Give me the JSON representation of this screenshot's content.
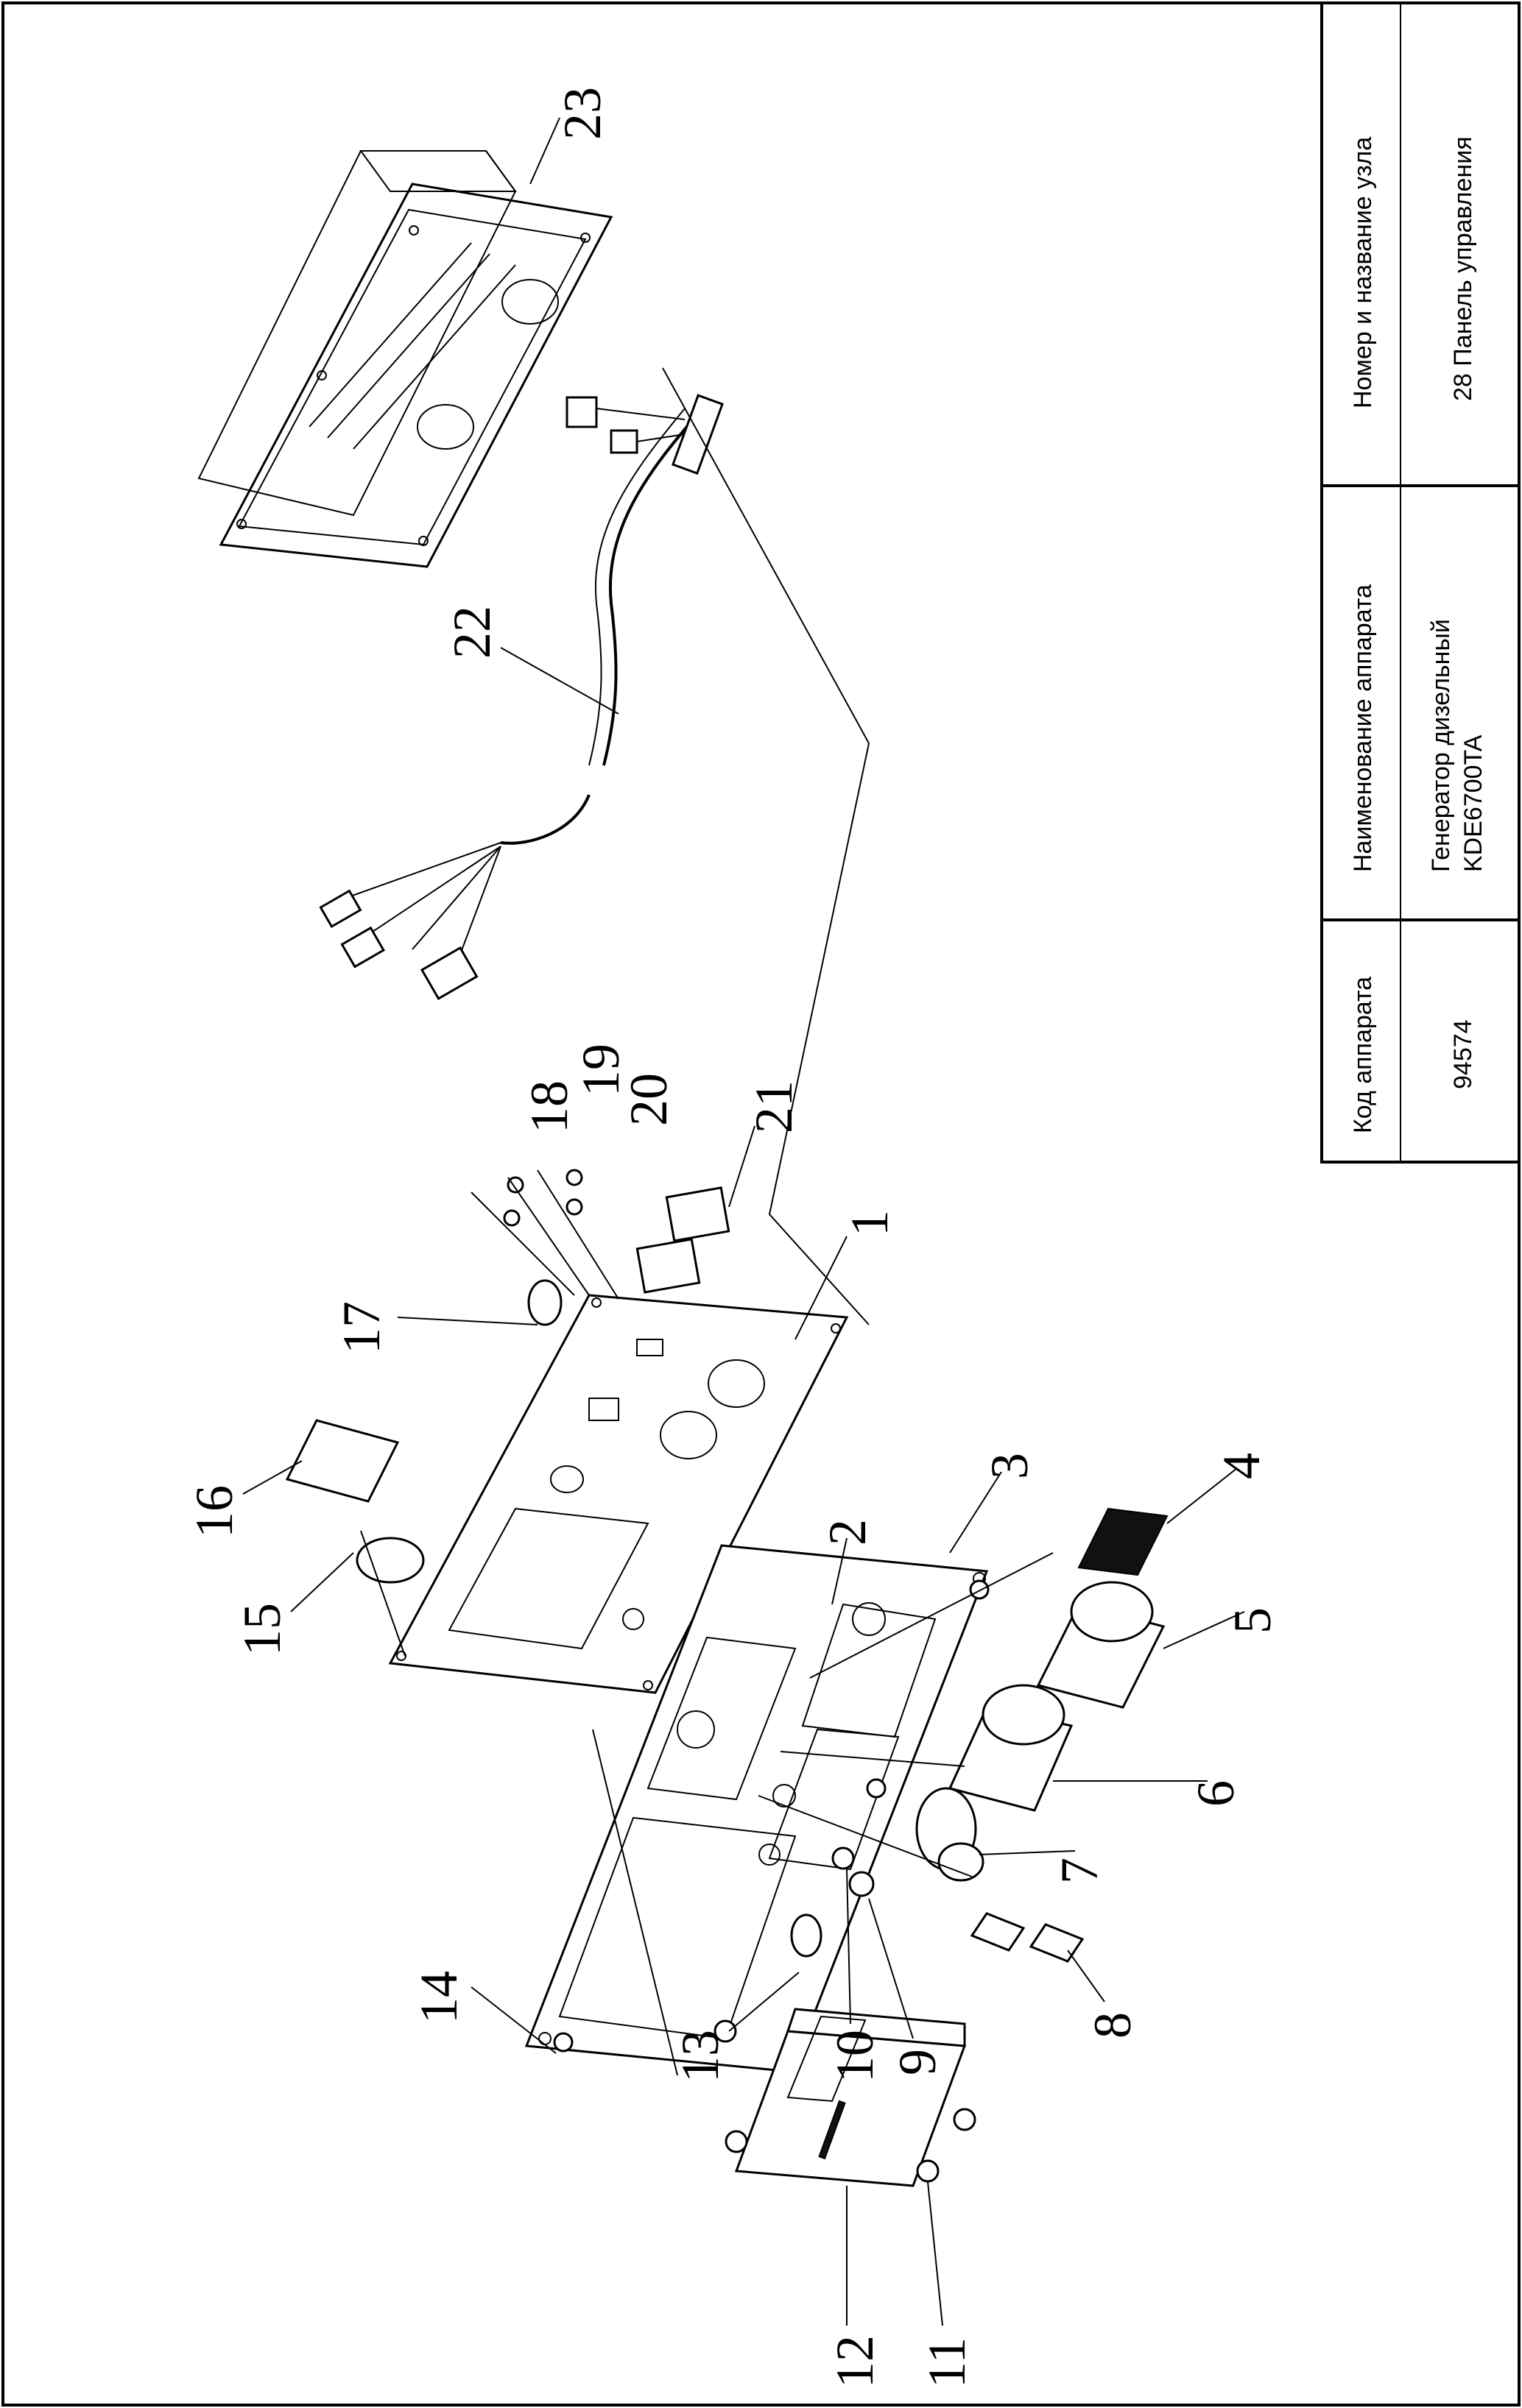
{
  "title_block": {
    "col1_header": "Код аппарата",
    "col1_value": "94574",
    "col2_header": "Наименование аппарата",
    "col2_value_line1": "Генератор дизельный",
    "col2_value_line2": "KDE6700TA",
    "col3_header": "Номер и название узла",
    "col3_value": "28 Панель управления"
  },
  "callouts": [
    "1",
    "2",
    "3",
    "4",
    "5",
    "6",
    "7",
    "8",
    "9",
    "10",
    "11",
    "12",
    "13",
    "14",
    "15",
    "16",
    "17",
    "18",
    "19",
    "20",
    "21",
    "22",
    "23"
  ]
}
